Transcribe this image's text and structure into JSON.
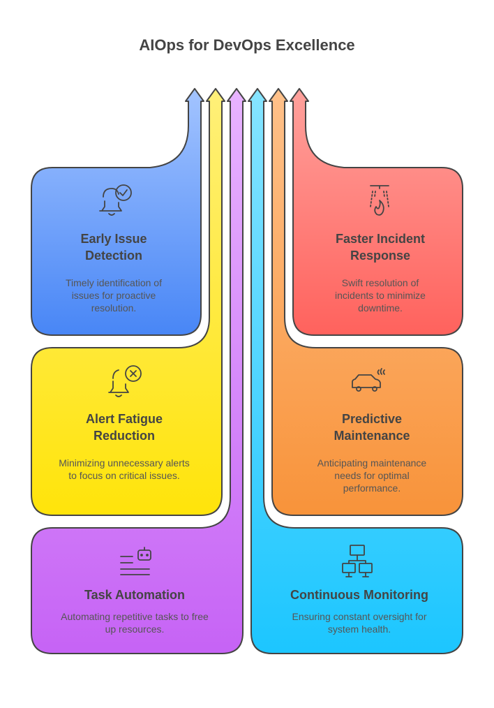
{
  "title": "AIOps for DevOps Excellence",
  "colors": {
    "blue": "#5b97f9",
    "yellow": "#ffe61f",
    "purple": "#d27cf8",
    "cyan": "#3fd2ff",
    "orange": "#fba552",
    "red": "#ff7570",
    "outline": "#444444"
  },
  "cards": [
    {
      "title": "Early Issue Detection",
      "title_l1": "Early Issue",
      "title_l2": "Detection",
      "desc": "Timely identification of issues for proactive resolution.",
      "d1": "Timely identification of",
      "d2": "issues for proactive",
      "d3": "resolution.",
      "icon": "bell-check-icon"
    },
    {
      "title": "Alert Fatigue Reduction",
      "title_l1": "Alert Fatigue",
      "title_l2": "Reduction",
      "desc": "Minimizing unnecessary alerts to focus on critical issues.",
      "d1": "Minimizing unnecessary alerts",
      "d2": "to focus on critical issues.",
      "icon": "bell-x-icon"
    },
    {
      "title": "Task Automation",
      "desc": "Automating repetitive tasks to free up resources.",
      "d1": "Automating repetitive tasks to free",
      "d2": "up resources.",
      "icon": "robot-list-icon"
    },
    {
      "title": "Continuous Monitoring",
      "desc": "Ensuring constant oversight for system health.",
      "d1": "Ensuring constant oversight for",
      "d2": "system health.",
      "icon": "network-monitors-icon"
    },
    {
      "title": "Predictive Maintenance",
      "title_l1": "Predictive",
      "title_l2": "Maintenance",
      "desc": "Anticipating maintenance needs for optimal performance.",
      "d1": "Anticipating maintenance",
      "d2": "needs for optimal",
      "d3": "performance.",
      "icon": "car-smoke-icon"
    },
    {
      "title": "Faster Incident Response",
      "title_l1": "Faster Incident",
      "title_l2": "Response",
      "desc": "Swift resolution of incidents to minimize downtime.",
      "d1": "Swift resolution of",
      "d2": "incidents to minimize",
      "d3": "downtime.",
      "icon": "sprinkler-fire-icon"
    }
  ]
}
